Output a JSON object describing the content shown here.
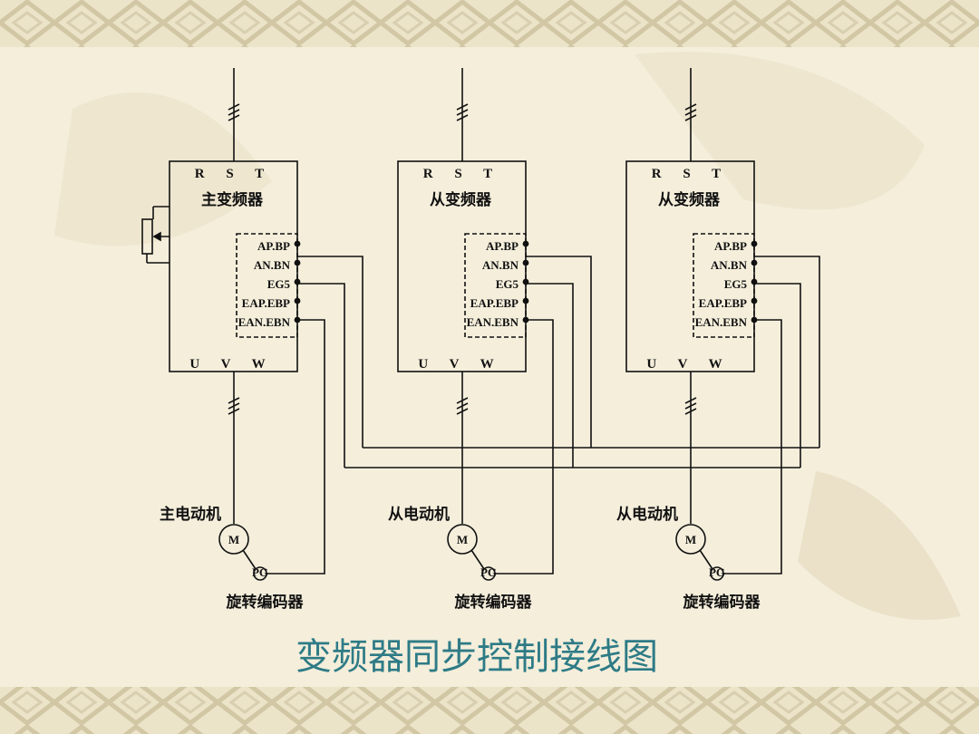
{
  "caption": "变频器同步控制接线图",
  "colors": {
    "background": "#f4eedb",
    "border": "#d8ceb0",
    "ink": "#111111",
    "caption": "#2e7b86"
  },
  "inverters": [
    {
      "title": "主变频器",
      "input_terminals": "R S T",
      "output_terminals": "U V W",
      "terminals": [
        "AP.BP",
        "AN.BN",
        "EG5",
        "EAP.EBP",
        "EAN.EBN"
      ],
      "motor_label": "主电动机",
      "motor_symbol": "M",
      "encoder_symbol": "PG",
      "encoder_label": "旋转编码器"
    },
    {
      "title": "从变频器",
      "input_terminals": "R S T",
      "output_terminals": "U V W",
      "terminals": [
        "AP.BP",
        "AN.BN",
        "EG5",
        "EAP.EBP",
        "EAN.EBN"
      ],
      "motor_label": "从电动机",
      "motor_symbol": "M",
      "encoder_symbol": "PG",
      "encoder_label": "旋转编码器"
    },
    {
      "title": "从变频器",
      "input_terminals": "R S T",
      "output_terminals": "U V W",
      "terminals": [
        "AP.BP",
        "AN.BN",
        "EG5",
        "EAP.EBP",
        "EAN.EBN"
      ],
      "motor_label": "从电动机",
      "motor_symbol": "M",
      "encoder_symbol": "PG",
      "encoder_label": "旋转编码器"
    }
  ]
}
